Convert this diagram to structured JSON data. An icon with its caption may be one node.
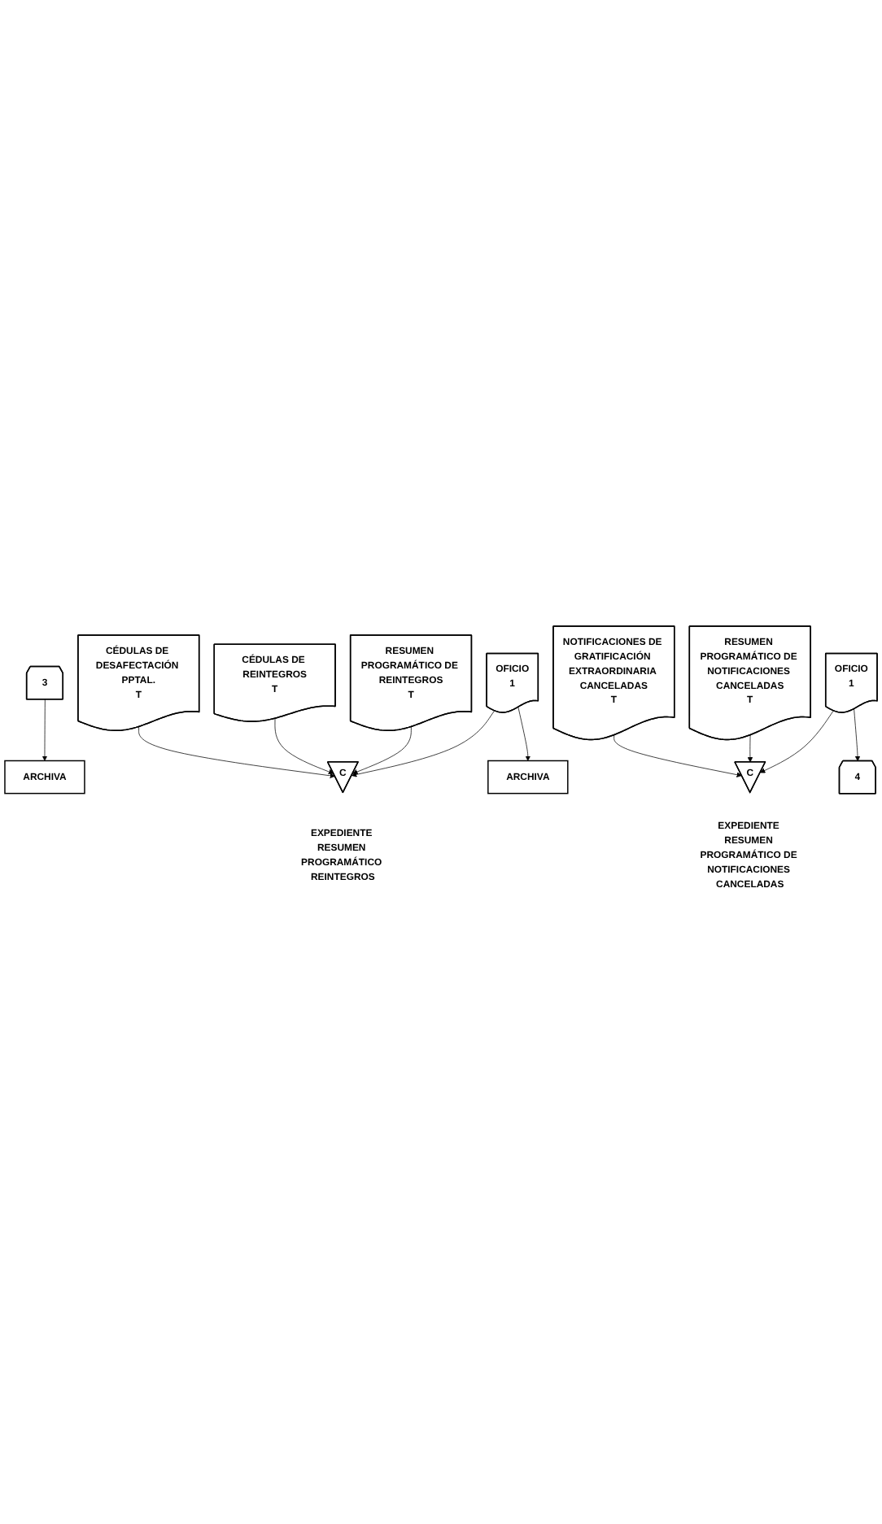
{
  "diagram": {
    "nodes": [
      {
        "text": [
          "3"
        ]
      },
      {
        "text": [
          "ARCHIVA"
        ]
      },
      {
        "text": [
          "OFICIO",
          "1"
        ]
      },
      {
        "text": [
          "RESUMEN PROGRAMÁTICO DE REINTEGROS",
          "T"
        ]
      },
      {
        "text": [
          "CÉDULAS DE REINTEGROS",
          "T"
        ]
      },
      {
        "text": [
          "CÉDULAS DE DESAFECTACIÓN PPTAL.",
          "T"
        ]
      },
      {
        "text": [
          "C"
        ],
        "beside": [
          "EXPEDIENTE RESUMEN PROGRAMÁTICO REINTEGROS"
        ]
      },
      {
        "text": [
          "ARCHIVA"
        ]
      },
      {
        "text": [
          "OFICIO",
          "1"
        ]
      },
      {
        "text": [
          "RESUMEN PROGRAMÁTICO DE NOTIFICACIONES CANCELADAS",
          "T"
        ]
      },
      {
        "text": [
          "NOTIFICACIONES DE GRATIFICACIÓN EXTRAORDINARIA CANCELADAS",
          "T"
        ]
      },
      {
        "text": [
          "C"
        ],
        "beside": [
          "EXPEDIENTE RESUMEN PROGRAMÁTICO DE NOTIFICACIONES CANCELADAS"
        ]
      },
      {
        "text": [
          "4"
        ]
      }
    ],
    "edges": [
      {
        "from": 0,
        "to": 1,
        "arrow": "to"
      },
      {
        "from": 2,
        "to": 6,
        "arrow": "to"
      },
      {
        "from": 3,
        "to": 6,
        "arrow": "to"
      },
      {
        "from": 4,
        "to": 6,
        "arrow": "to"
      },
      {
        "from": 5,
        "to": 6,
        "arrow": "to"
      },
      {
        "from": 2,
        "to": 7,
        "arrow": "to"
      },
      {
        "from": 8,
        "to": 11,
        "arrow": "to"
      },
      {
        "from": 9,
        "to": 11,
        "arrow": "to"
      },
      {
        "from": 10,
        "to": 11,
        "arrow": "to"
      },
      {
        "from": 8,
        "to": 12,
        "arrow": "to"
      }
    ]
  }
}
